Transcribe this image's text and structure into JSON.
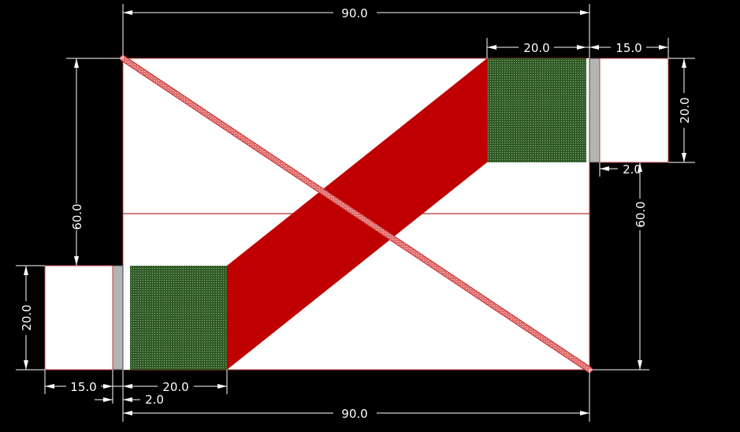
{
  "diagram": {
    "dimensions": {
      "top_width": "90.0",
      "bottom_width": "90.0",
      "left_height": "60.0",
      "right_height": "60.0",
      "top_right_block_width": "20.0",
      "top_right_cap_width": "15.0",
      "right_cap_height": "20.0",
      "right_gap": "2.0",
      "left_cap_height": "20.0",
      "bottom_left_cap_width": "15.0",
      "bottom_left_block_width": "20.0",
      "left_gap": "2.0"
    },
    "colors": {
      "background": "#000000",
      "sheet": "#ffffff",
      "dimension_lines": "#ffffff",
      "band": "#c00000",
      "diagonal": "#e06060",
      "block": "#2f5a25",
      "spacer": "#b4b4b4",
      "centerline": "#a00000"
    }
  }
}
